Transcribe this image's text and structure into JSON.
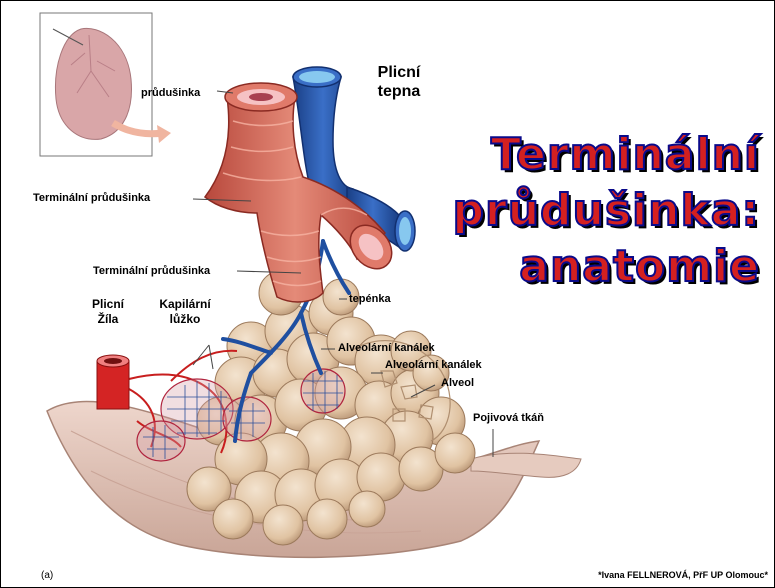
{
  "title": {
    "line1": "Terminální",
    "line2": "průdušinka:",
    "line3": "anatomie"
  },
  "labels": {
    "prudusinka": "průdušinka",
    "plicni_tepna_1": "Plicní",
    "plicni_tepna_2": "tepna",
    "terminalni_prudusinka_upper": "Terminální průdušinka",
    "terminalni_prudusinka_lower": "Terminální průdušinka",
    "tepenka": "tepénka",
    "plicni_zila_1": "Plicní",
    "plicni_zila_2": "Žíla",
    "kapilarni_luzko_1": "Kapilární",
    "kapilarni_luzko_2": "lůžko",
    "alveolarni_kanalek_1": "Alveolární kanálek",
    "alveolarni_kanalek_2": "Alveolární kanálek",
    "alveol": "Alveol",
    "pojivova_tkan": "Pojivová tkáň"
  },
  "footer": {
    "panel_letter": "(a)",
    "credit": "*Ivana FELLNEROVÁ, PřF UP Olomouc*"
  },
  "colors": {
    "title_fill": "#d42020",
    "title_outline": "#0a0a8a",
    "artery_blue": "#1f4fa0",
    "vein_red": "#c81e1e",
    "muscle": "#cf6a5a",
    "alveoli": "#e2c7a8",
    "connective_tissue": "#dcc0b6"
  }
}
